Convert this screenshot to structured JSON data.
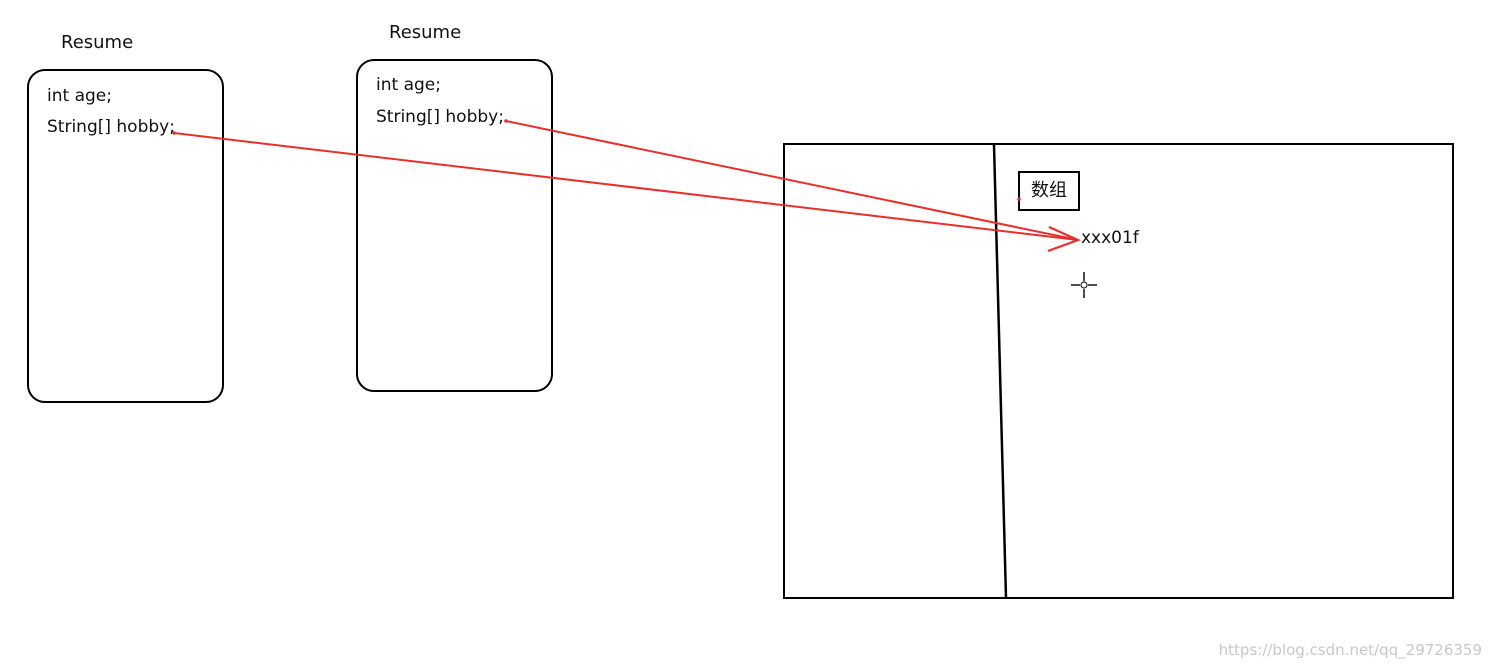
{
  "objects": [
    {
      "class_name": "Resume",
      "fields": [
        "int age;",
        "String[] hobby;"
      ]
    },
    {
      "class_name": "Resume",
      "fields": [
        "int age;",
        "String[] hobby;"
      ]
    }
  ],
  "heap": {
    "array_label": "数组",
    "address": "xxx01f"
  },
  "arrow_color": "#e8302a",
  "watermark": "https://blog.csdn.net/qq_29726359"
}
